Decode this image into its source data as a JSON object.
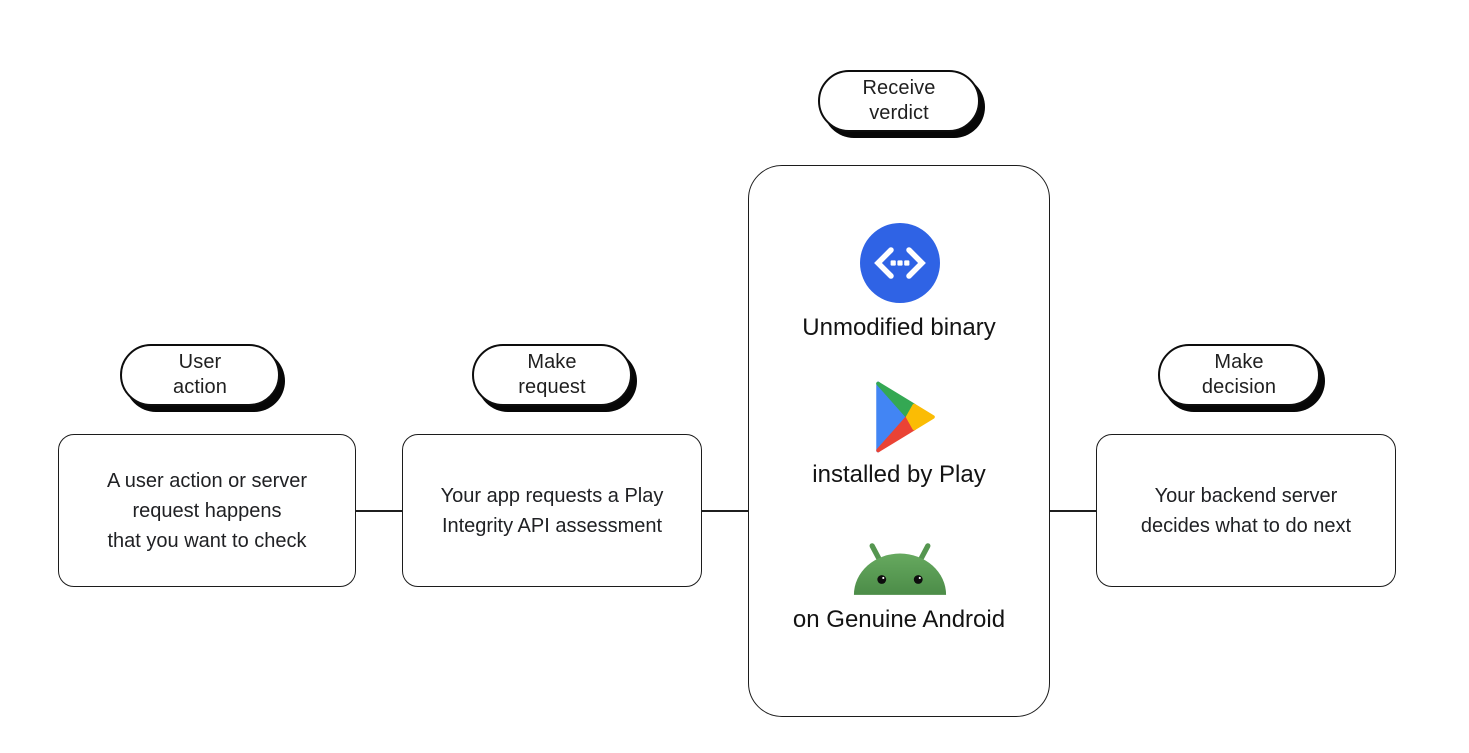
{
  "steps": [
    {
      "pill_label": "User\naction",
      "box_text": "A user action or server\nrequest happens\nthat you want to check"
    },
    {
      "pill_label": "Make\nrequest",
      "box_text": "Your app requests a Play\nIntegrity API assessment"
    },
    {
      "pill_label": "Receive\nverdict",
      "verdict_items": [
        {
          "icon": "code-circle-icon",
          "label": "Unmodified binary"
        },
        {
          "icon": "google-play-icon",
          "label": "installed by Play"
        },
        {
          "icon": "android-head-icon",
          "label": "on Genuine Android"
        }
      ]
    },
    {
      "pill_label": "Make\ndecision",
      "box_text": "Your backend server\ndecides what to do next"
    }
  ],
  "colors": {
    "code_circle_blue": "#2f63e5",
    "play_blue": "#4285F4",
    "play_green": "#34A853",
    "play_yellow": "#FBBC04",
    "play_red": "#EA4335",
    "android_green": "#559650",
    "outline": "#1c1c1c",
    "text": "#202124"
  }
}
